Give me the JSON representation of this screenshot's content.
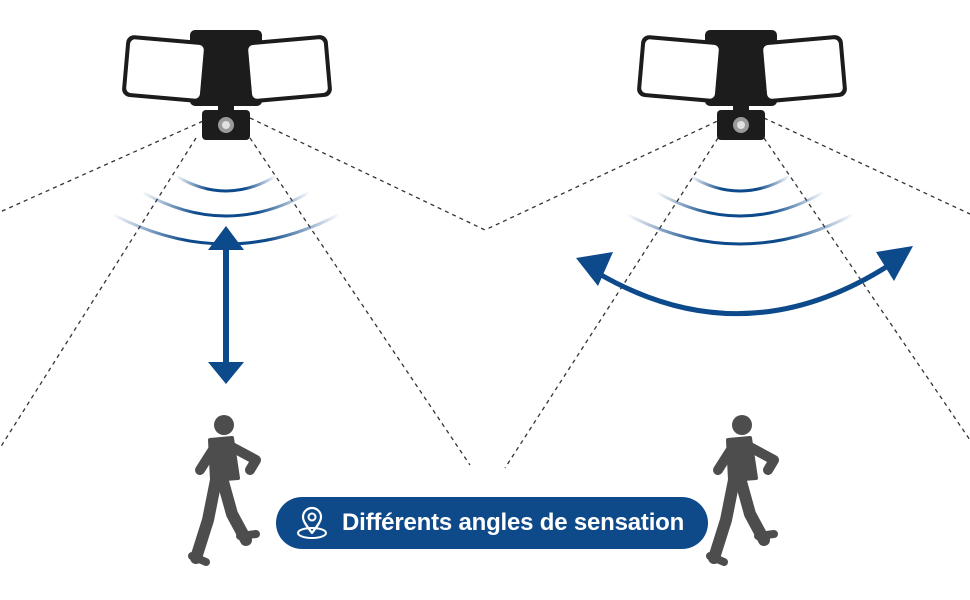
{
  "caption": {
    "text": "Différents angles de sensation",
    "icon": "location-pin-icon"
  },
  "colors": {
    "accent": "#0d4a8b",
    "badge_background": "#0e4a8a",
    "badge_text": "#ffffff",
    "lamp_body": "#1c1c1c",
    "lamp_lens": "#ffffff",
    "person": "#4d4d4d",
    "detection_lines": "#333333"
  },
  "panels": [
    {
      "name": "vertical-detection",
      "icon": "double-vertical-arrow-icon"
    },
    {
      "name": "horizontal-sweep",
      "icon": "curved-double-arrow-icon"
    }
  ]
}
